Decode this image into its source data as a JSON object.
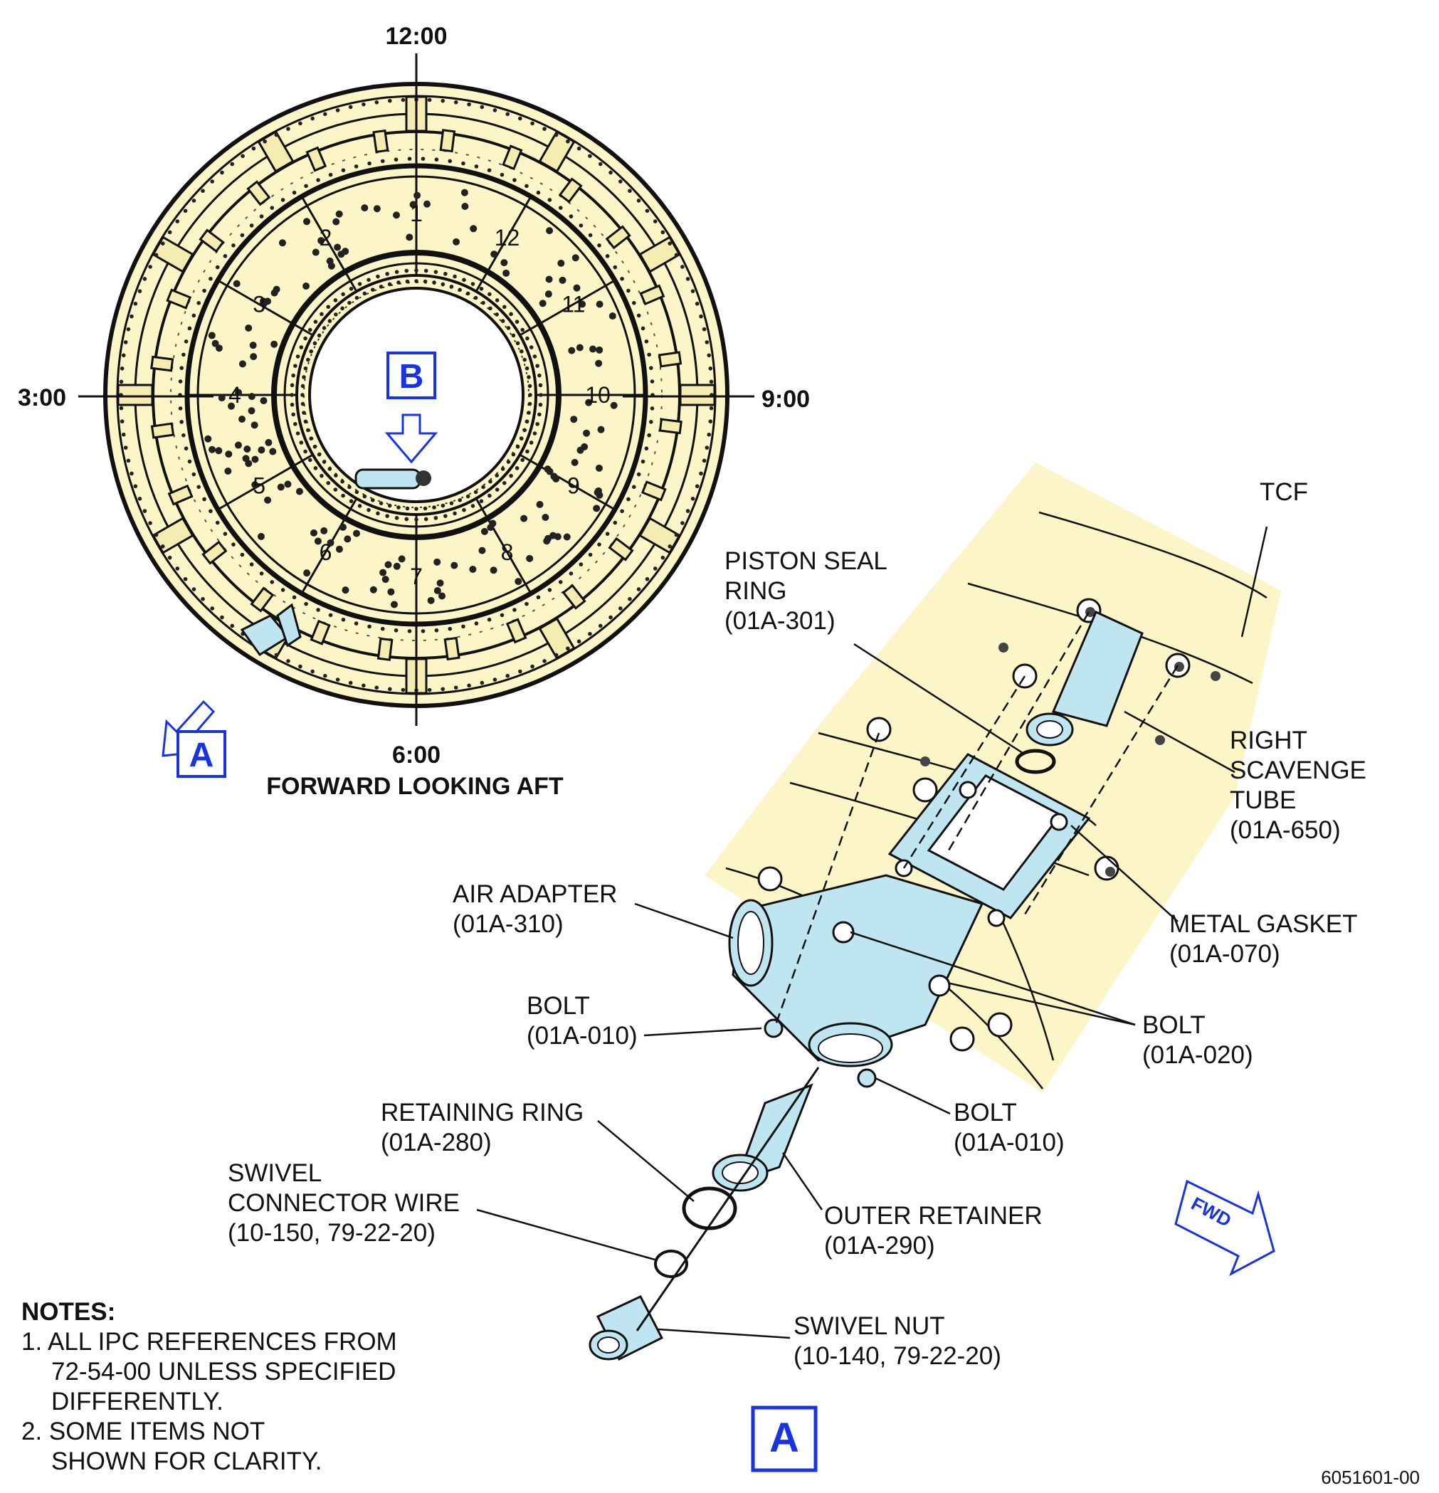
{
  "clock": {
    "top": "12:00",
    "left": "3:00",
    "right": "9:00",
    "bottom": "6:00"
  },
  "view_title": "FORWARD LOOKING AFT",
  "positions": [
    "1",
    "2",
    "3",
    "4",
    "5",
    "6",
    "7",
    "8",
    "9",
    "10",
    "11",
    "12"
  ],
  "callouts": {
    "a_small": "A",
    "b": "B",
    "a_large": "A"
  },
  "parts": {
    "tcf": "TCF",
    "piston_seal_ring": [
      "PISTON SEAL",
      "RING",
      "(01A-301)"
    ],
    "right_scavenge_tube": [
      "RIGHT",
      "SCAVENGE",
      "TUBE",
      "(01A-650)"
    ],
    "metal_gasket": [
      "METAL GASKET",
      "(01A-070)"
    ],
    "air_adapter": [
      "AIR ADAPTER",
      "(01A-310)"
    ],
    "bolt_left": [
      "BOLT",
      "(01A-010)"
    ],
    "bolt_020": [
      "BOLT",
      "(01A-020)"
    ],
    "bolt_right": [
      "BOLT",
      "(01A-010)"
    ],
    "retaining_ring": [
      "RETAINING RING",
      "(01A-280)"
    ],
    "swivel_wire": [
      "SWIVEL",
      "CONNECTOR WIRE",
      "(10-150, 79-22-20)"
    ],
    "outer_retainer": [
      "OUTER RETAINER",
      "(01A-290)"
    ],
    "swivel_nut": [
      "SWIVEL NUT",
      "(10-140, 79-22-20)"
    ]
  },
  "fwd_label": "FWD",
  "notes": {
    "heading": "NOTES:",
    "lines": [
      "1. ALL IPC REFERENCES FROM",
      "72-54-00 UNLESS SPECIFIED",
      "DIFFERENTLY.",
      "2. SOME ITEMS NOT",
      "SHOWN FOR CLARITY."
    ]
  },
  "figure_id": "6051601-00",
  "colors": {
    "cream": "#fbf5c8",
    "part_blue": "#bfe6f0",
    "callout_blue": "#1a33e0",
    "ink": "#111111"
  }
}
